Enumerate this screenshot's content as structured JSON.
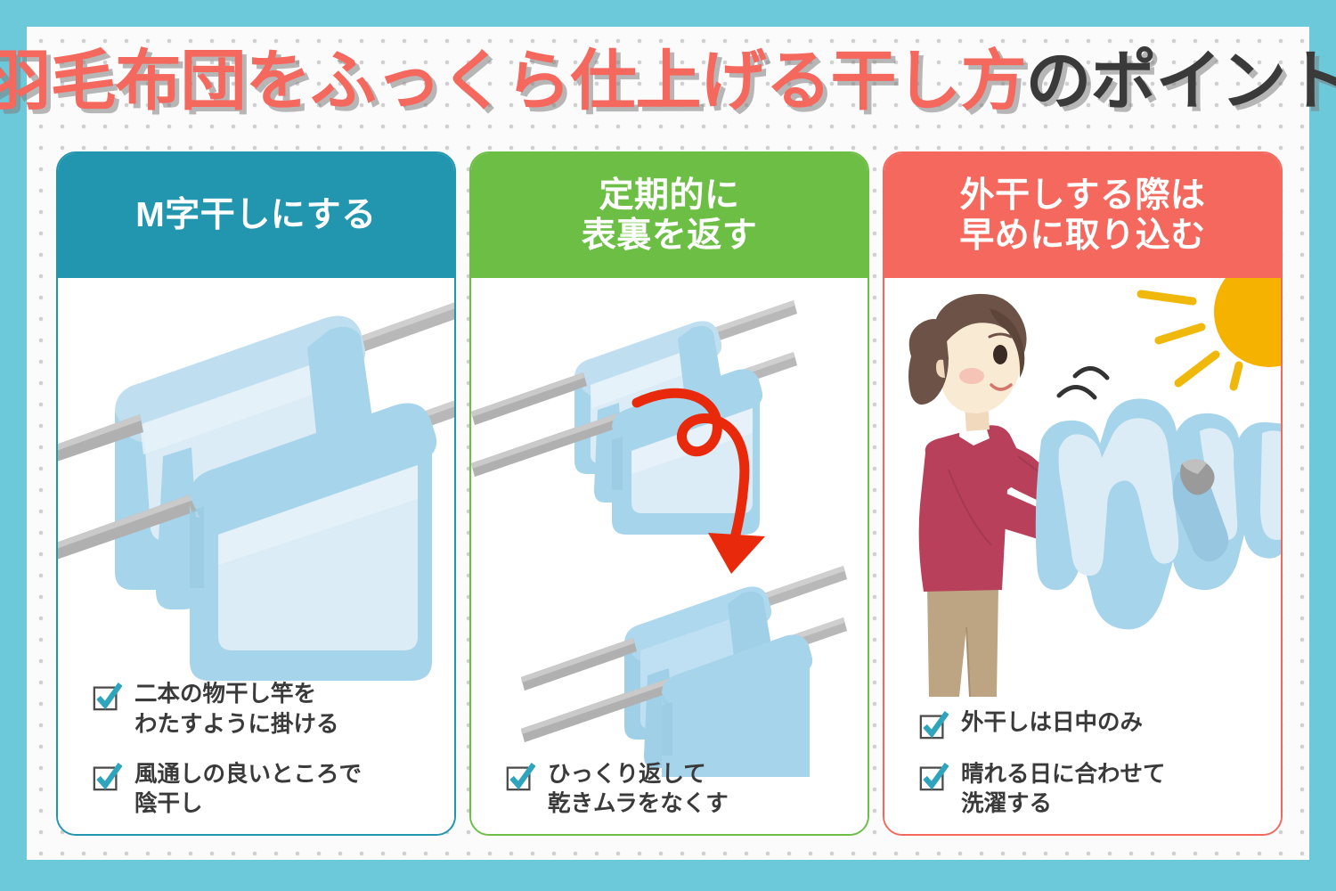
{
  "poster": {
    "title_red": "羽毛布団をふっくら仕上げる干し方",
    "title_dark": "のポイント",
    "frame_color": "#6cc9d9",
    "panel_color": "#fbfbfb",
    "dot_color": "#d0d0d0"
  },
  "cards": [
    {
      "id": "m-shape-drying",
      "accent": "#2196ae",
      "header_line1": "M字干しにする",
      "header_line2": "",
      "illustration": "futon-on-two-poles-m-shape",
      "bullets": [
        {
          "text": "二本の物干し竿を\nわたすように掛ける"
        },
        {
          "text": "風通しの良いところで\n陰干し"
        }
      ]
    },
    {
      "id": "flip-regularly",
      "accent": "#6cbe45",
      "header_line1": "定期的に",
      "header_line2": "表裏を返す",
      "illustration": "futon-flip-arrow",
      "bullets": [
        {
          "text": "ひっくり返して\n乾きムラをなくす"
        }
      ]
    },
    {
      "id": "bring-in-early",
      "accent": "#f4685e",
      "header_line1": "外干しする際は",
      "header_line2": "早めに取り込む",
      "illustration": "woman-taking-in-futon-sun",
      "bullets": [
        {
          "text": "外干しは日中のみ"
        },
        {
          "text": "晴れる日に合わせて\n洗濯する"
        }
      ]
    }
  ],
  "palette": {
    "checkbox_check": "#2fa5bd",
    "checkbox_box": "#4a4a4a",
    "futon_light": "#dcecf6",
    "futon_mid": "#bfdff0",
    "futon_dark": "#a6d4ea",
    "futon_shade": "#96c6e0",
    "pole_gray": "#b0b0b0",
    "pole_gray_dark": "#9a9a9a",
    "arrow_red": "#e8290b",
    "sun_yellow": "#f5b300",
    "ray_yellow": "#f0b80a",
    "hair_brown": "#6d5347",
    "skin": "#f7e6cf",
    "sweater": "#b8405a",
    "pants": "#bda584",
    "text_dark": "#3a3a3a"
  }
}
